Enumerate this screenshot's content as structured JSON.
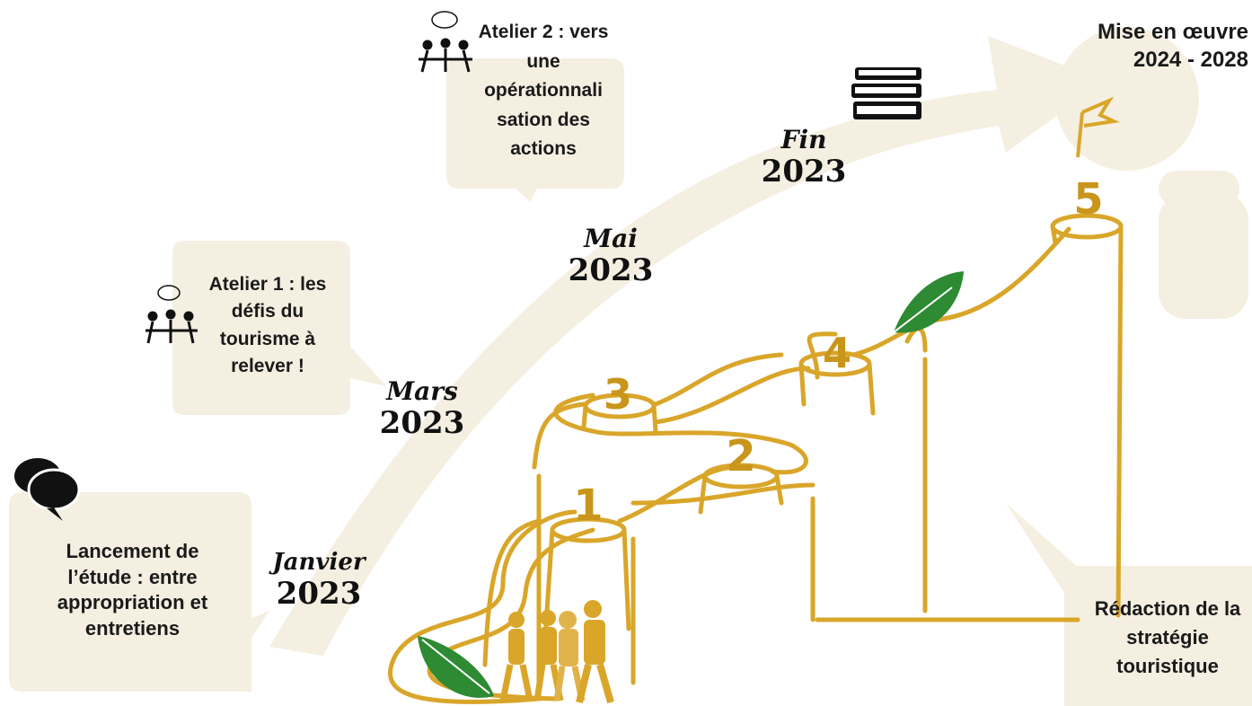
{
  "bubbles": {
    "lancement": "Lancement de l’étude : entre appropriation et entretiens",
    "atelier1": "Atelier 1 : les défis du tourisme à relever !",
    "atelier2": "Atelier 2 : vers une opérationnali sation des actions",
    "redaction": "Rédaction de la stratégie touristique"
  },
  "mise_en_oeuvre": {
    "line1": "Mise en œuvre",
    "line2": "2024 - 2028"
  },
  "dates": {
    "janvier": {
      "month": "Janvier",
      "year": "2023"
    },
    "mars": {
      "month": "Mars",
      "year": "2023"
    },
    "mai": {
      "month": "Mai",
      "year": "2023"
    },
    "fin": {
      "month": "Fin",
      "year": "2023"
    }
  },
  "steps": [
    "1",
    "2",
    "3",
    "4",
    "5"
  ],
  "colors": {
    "cream": "#f5efe1",
    "gold": "#d9a62a",
    "leaf": "#2f8a34",
    "text": "#1a1a1a"
  },
  "icons": [
    "chat-bubbles-icon",
    "meeting-icon",
    "meeting-icon",
    "books-icon",
    "flag-icon",
    "leaf-icon",
    "hikers-icon"
  ]
}
